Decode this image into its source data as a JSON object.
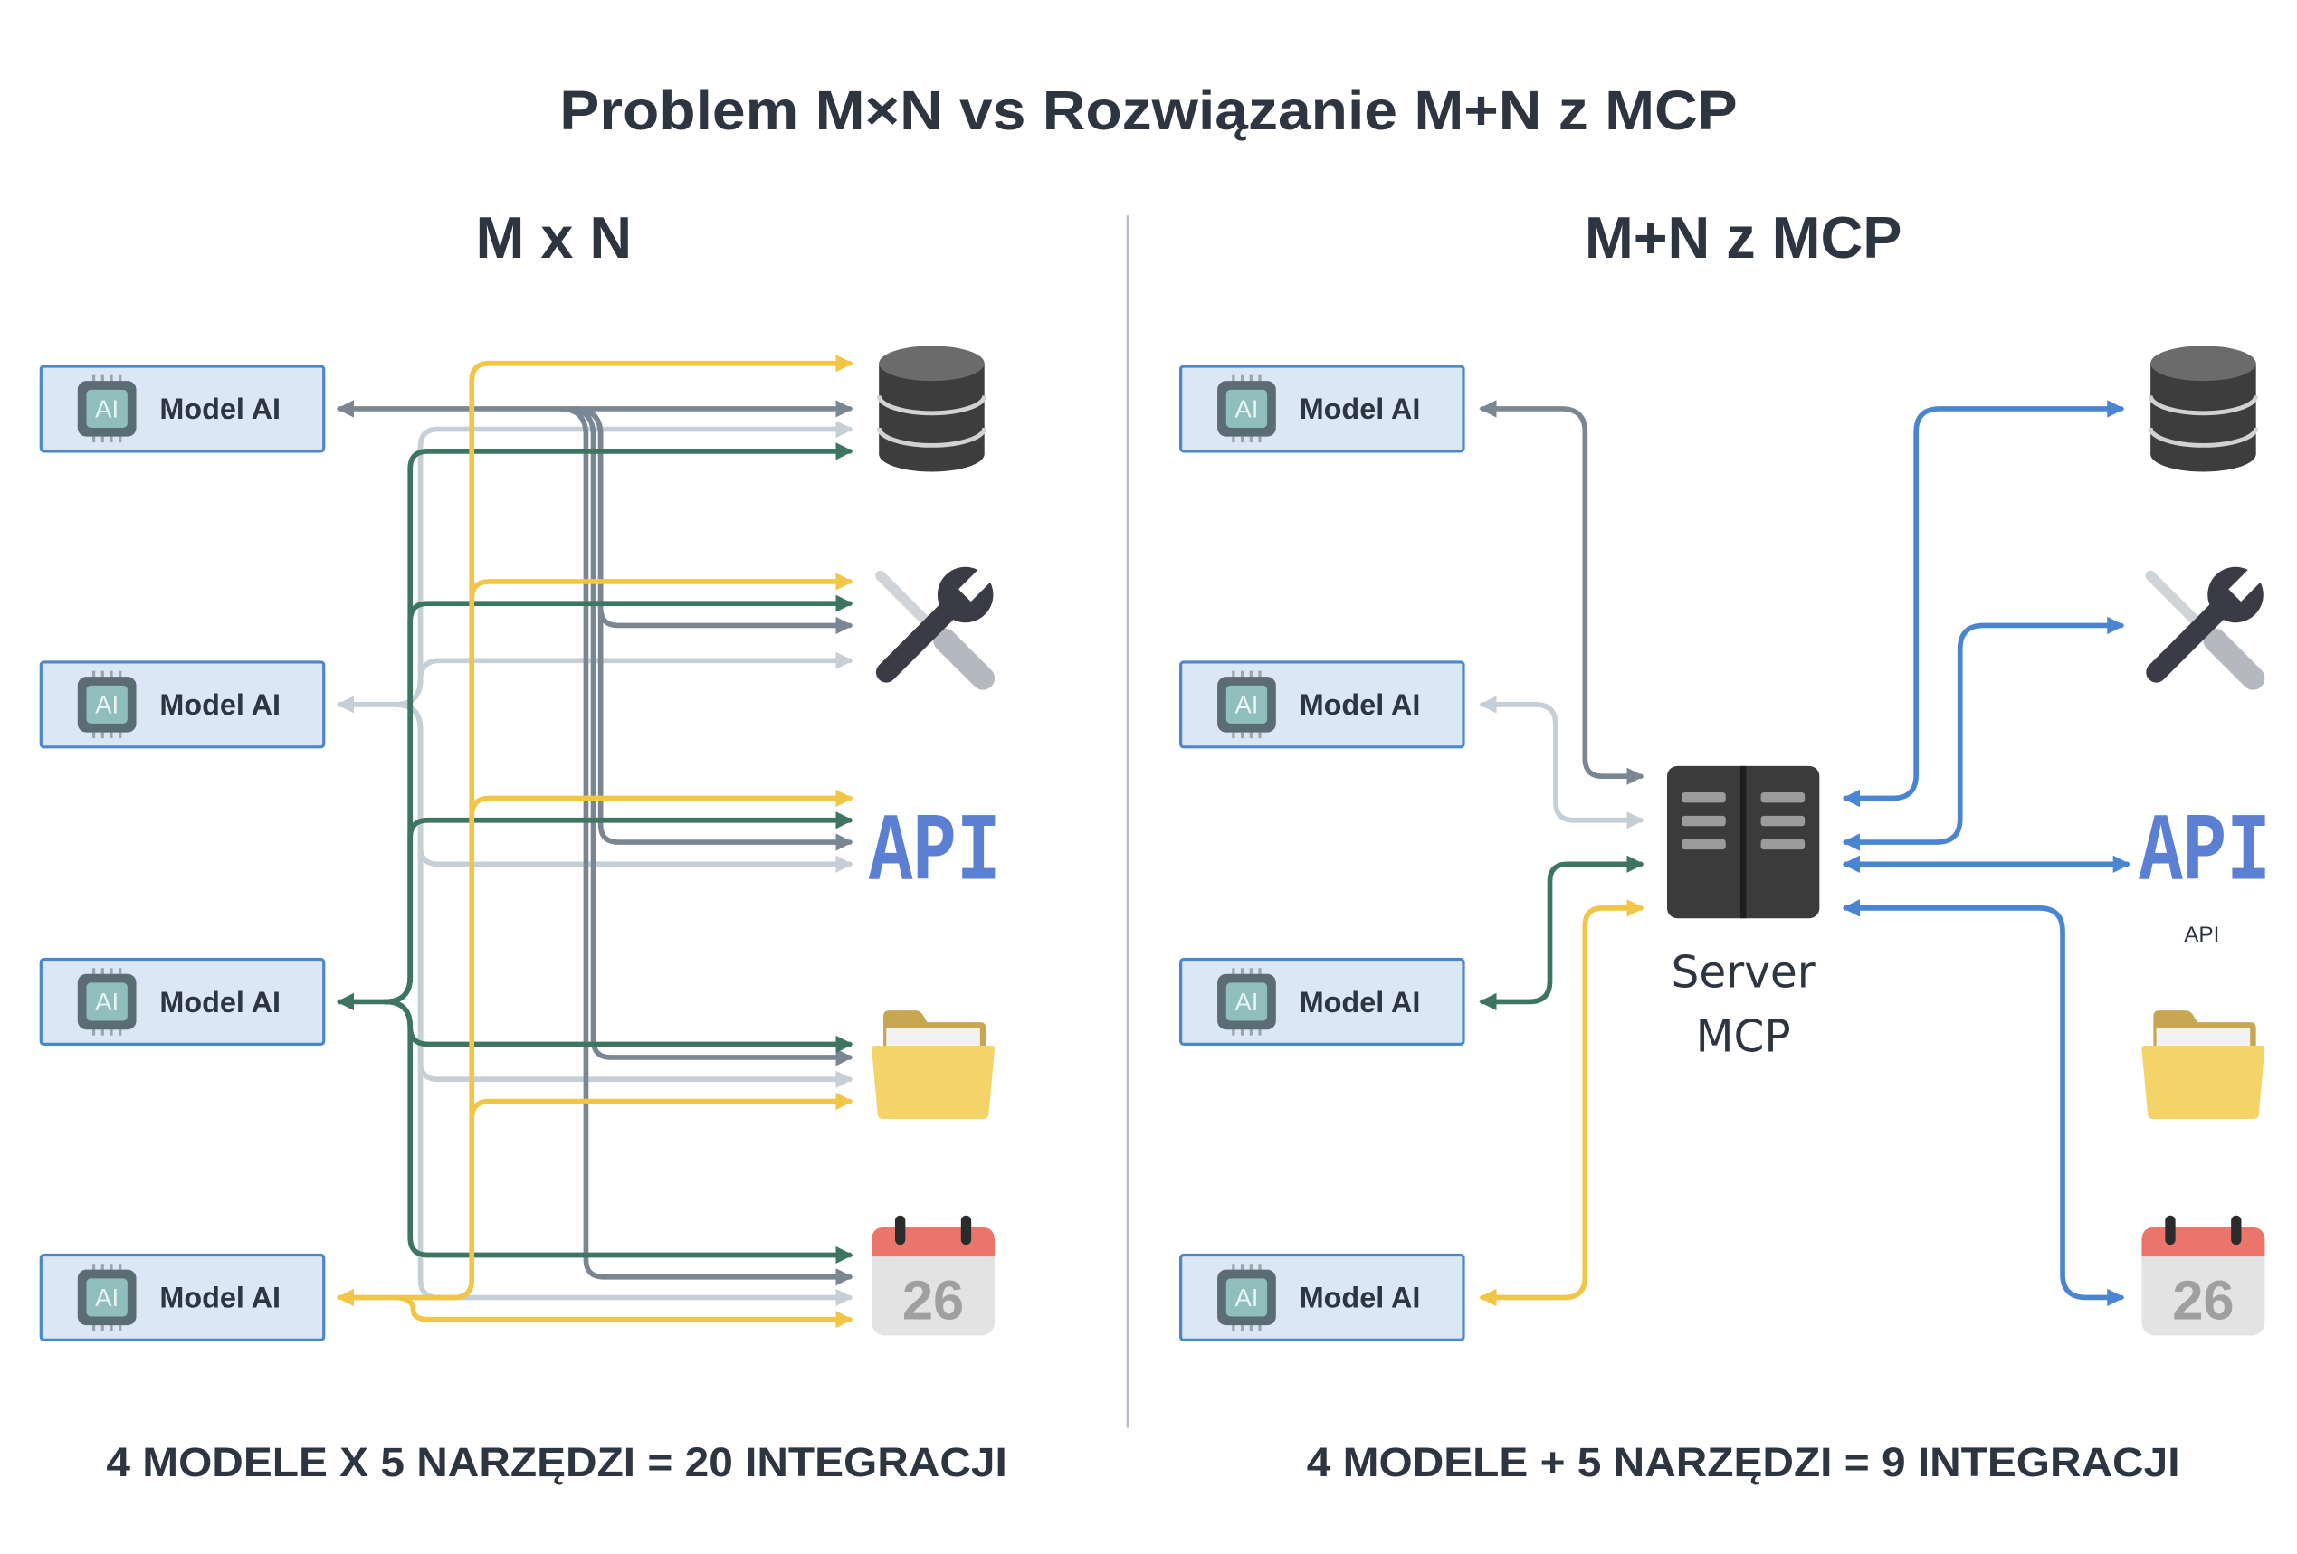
{
  "title": "Problem M×N vs Rozwiązanie M+N z MCP",
  "left_panel": {
    "heading": "M x N",
    "models": [
      {
        "label": "Model AI",
        "chip": "AI"
      },
      {
        "label": "Model AI",
        "chip": "AI"
      },
      {
        "label": "Model AI",
        "chip": "AI"
      },
      {
        "label": "Model AI",
        "chip": "AI"
      }
    ],
    "tools": {
      "api": "API",
      "calendar_day": "26"
    },
    "summary": "4 MODELE X 5 NARZĘDZI = 20 INTEGRACJI"
  },
  "right_panel": {
    "heading": "M+N z MCP",
    "models": [
      {
        "label": "Model AI",
        "chip": "AI"
      },
      {
        "label": "Model AI",
        "chip": "AI"
      },
      {
        "label": "Model AI",
        "chip": "AI"
      },
      {
        "label": "Model AI",
        "chip": "AI"
      }
    ],
    "server": {
      "label_line1": "Server",
      "label_line2": "MCP"
    },
    "tools": {
      "api": "API",
      "api_caption": "API",
      "calendar_day": "26"
    },
    "summary": "4 MODELE + 5 NARZĘDZI = 9 INTEGRACJI"
  },
  "icons": {
    "model": "ai-chip-icon",
    "tools": [
      "database-icon",
      "tools-icon",
      "api-icon",
      "folder-icon",
      "calendar-icon"
    ],
    "hub": "server-icon"
  },
  "colors": {
    "ink": "#2c3540",
    "model_box_fill": "#dce7f5",
    "model_box_stroke": "#4c87c9",
    "connector_gray": "#7b8693",
    "connector_light_gray": "#c6ced6",
    "connector_green": "#3d7561",
    "connector_yellow": "#f1c545",
    "connector_blue": "#4a85d2",
    "api_text": "#5b7fd3"
  }
}
